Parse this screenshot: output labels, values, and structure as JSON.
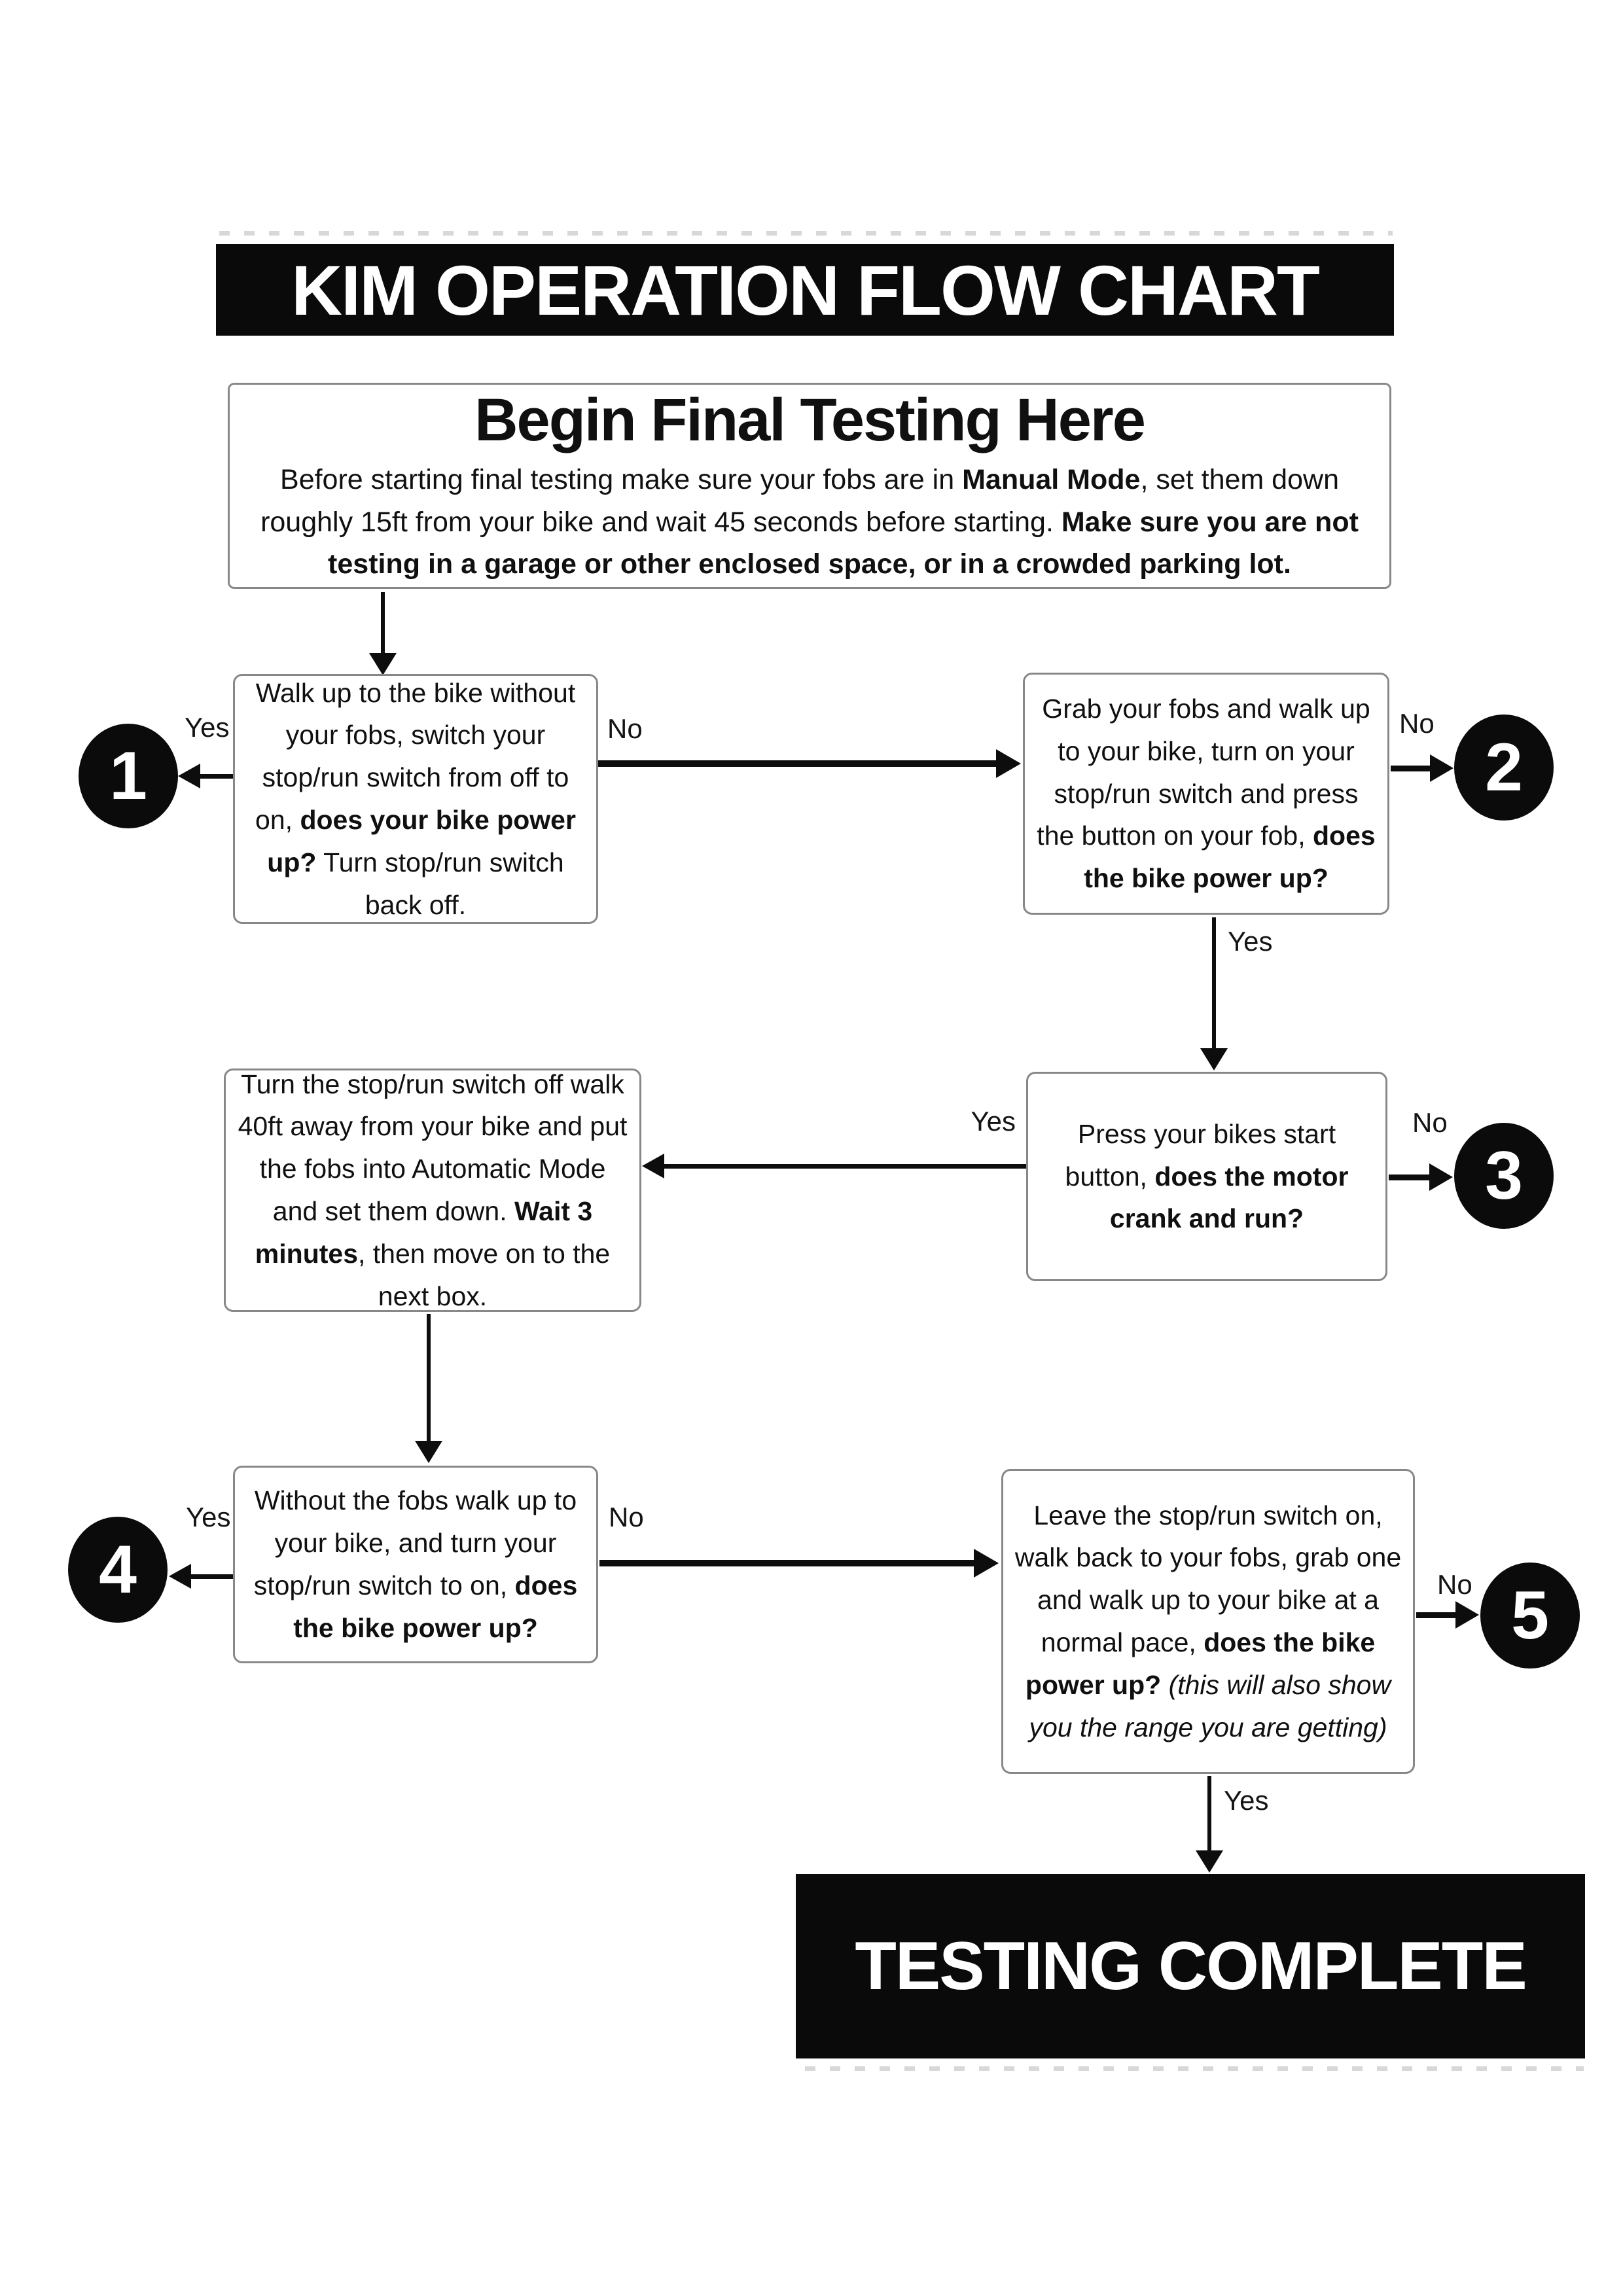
{
  "title": "KIM OPERATION FLOW CHART",
  "colors": {
    "ink": "#0d0d0d",
    "bar_bg": "#0a0a0a",
    "bar_text": "#ffffff",
    "box_border": "#888888",
    "page_bg": "#ffffff"
  },
  "start": {
    "heading": "Begin Final Testing Here",
    "body": [
      {
        "t": "Before starting final testing make sure your fobs are in "
      },
      {
        "t": "Manual Mode",
        "b": true
      },
      {
        "t": ", set them down roughly 15ft from your bike and wait 45 seconds before starting. "
      },
      {
        "t": "Make sure you are not testing in a garage or other enclosed space, or in a crowded parking lot.",
        "b": true
      }
    ]
  },
  "boxes": {
    "walk_no_fobs": [
      {
        "t": "Walk up to the bike without your fobs, switch your stop/run switch from off to on, "
      },
      {
        "t": "does your bike power up?",
        "b": true
      },
      {
        "t": " Turn stop/run switch back off."
      }
    ],
    "grab_fobs": [
      {
        "t": "Grab your fobs and walk up to your bike, turn on your stop/run switch and press the button on your fob, "
      },
      {
        "t": "does the bike power up?",
        "b": true
      }
    ],
    "press_start": [
      {
        "t": "Press your bikes start button, "
      },
      {
        "t": "does the motor crank and run?",
        "b": true
      }
    ],
    "turn_off_40ft": [
      {
        "t": "Turn the stop/run switch off walk 40ft away from your bike and put the fobs into Automatic Mode and set them down. "
      },
      {
        "t": "Wait 3 minutes",
        "b": true
      },
      {
        "t": ", then move on to the next box."
      }
    ],
    "without_fobs": [
      {
        "t": "Without the fobs walk up to your bike, and turn your stop/run switch to on, "
      },
      {
        "t": "does the bike power up?",
        "b": true
      }
    ],
    "leave_on": [
      {
        "t": "Leave the stop/run switch on, walk back to your fobs, grab one and walk up to your bike at a normal pace, "
      },
      {
        "t": "does the bike power up?",
        "b": true
      },
      {
        "t": " "
      },
      {
        "t": "(this will also show you the range you are getting)",
        "i": true
      }
    ]
  },
  "labels": {
    "q1_yes": "Yes",
    "q1_no": "No",
    "q2_no": "No",
    "q2_yes": "Yes",
    "q3_yes": "Yes",
    "q3_no": "No",
    "q5_yes": "Yes",
    "q5_no": "No",
    "q6_no": "No",
    "q6_yes": "Yes"
  },
  "endpoints": {
    "n1": "1",
    "n2": "2",
    "n3": "3",
    "n4": "4",
    "n5": "5"
  },
  "end": {
    "label": "TESTING COMPLETE"
  }
}
